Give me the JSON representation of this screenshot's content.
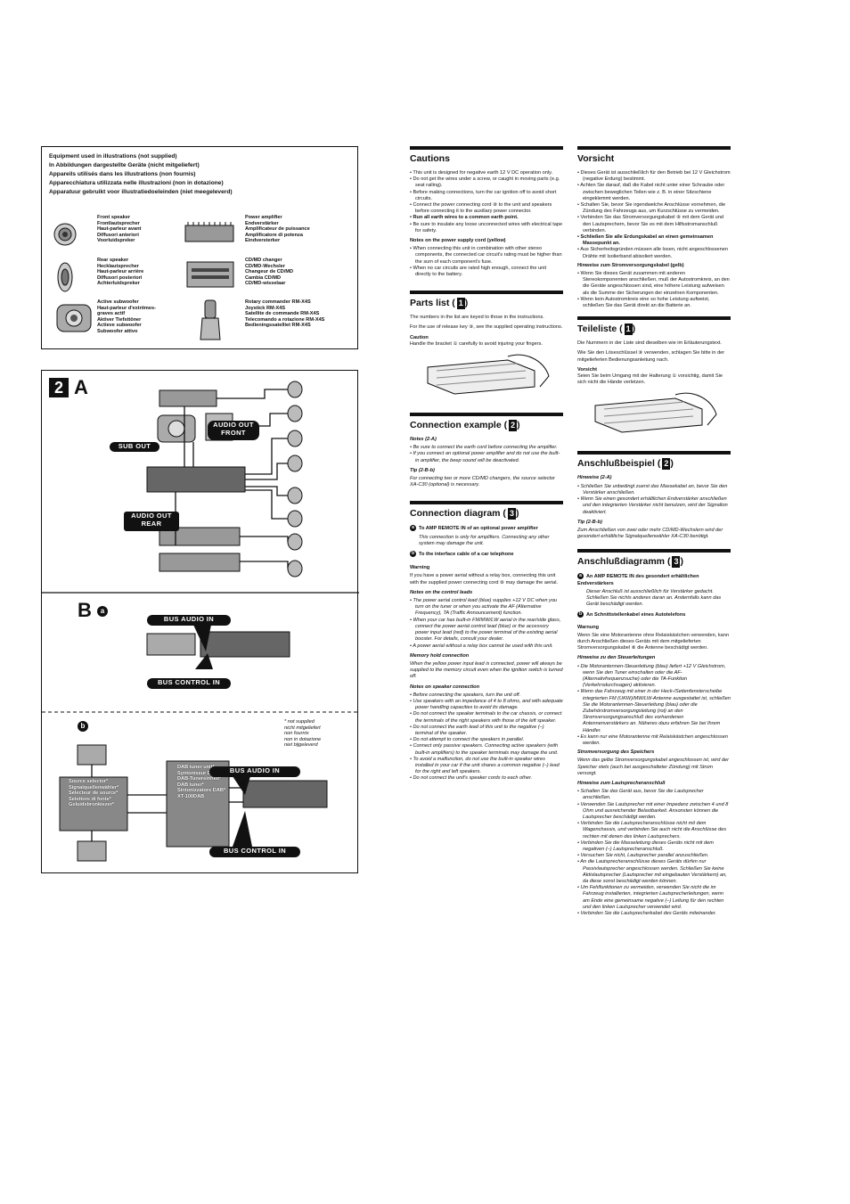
{
  "equipment": {
    "headings": [
      "Equipment used in illustrations (not supplied)",
      "In Abbildungen dargestellte Geräte (nicht mitgeliefert)",
      "Appareils utilisés dans les illustrations (non fournis)",
      "Apparecchiatura utilizzata nelle illustrazioni (non in dotazione)",
      "Apparatuur gebruikt voor illustratiedoeleinden (niet meegeleverd)"
    ],
    "front_speaker": "Front speaker\nFrontlautsprecher\nHaut-parleur avant\nDiffusori anteriori\nVoorluidspreker",
    "power_amp": "Power amplifier\nEndverstärker\nAmplificateur de puissance\nAmplificatore di potenza\nEindversterker",
    "rear_speaker": "Rear speaker\nHecklautsprecher\nHaut-parleur arrière\nDiffusori posteriori\nAchterluidspreker",
    "cd_changer": "CD/MD changer\nCD/MD-Wechsler\nChangeur de CD/MD\nCambia CD/MD\nCD/MD-wisselaar",
    "subwoofer": "Active subwoofer\nHaut-parleur d'extrêmes-\ngraves actif\nAktiver Tiefsttöner\nActieve subwoofer\nSubwoofer attivo",
    "rotary": "Rotary commander RM-X4S\nJoystick RM-X4S\nSatellite de commande RM-X4S\nTelecomando a rotazione RM-X4S\nBedieningssatelliet RM-X4S"
  },
  "figure": {
    "num": "2",
    "a": "A",
    "b": "B",
    "sub_a": "a",
    "sub_b": "b",
    "sub_out": "SUB OUT",
    "audio_out_front": "AUDIO OUT\nFRONT",
    "audio_out_rear": "AUDIO OUT\nREAR",
    "bus_audio_in": "BUS AUDIO IN",
    "bus_control_in": "BUS CONTROL IN",
    "not_supplied": "* not supplied\nnicht mitgeliefert\nnon fournis\nnon in dotazione\nniet bijgeleverd",
    "source_selector": "Source selector*\nSignalquellenwähler*\nSélecteur de source*\nSelettore di fonte*\nGeluidsbronkiezer*",
    "dab_tuner": "DAB tuner unit*\nSyntoniseur DAB*\nDAB-Tunereinheit*\nDAB tuner*\nSintonizzatore DAB*\nXT-100DAB"
  },
  "en": {
    "cautions_title": "Cautions",
    "cautions": [
      "• This unit is designed for negative earth 12 V DC operation only.",
      "• Do not get the wires under a screw, or caught in moving parts (e.g. seat railing).",
      "• Before making connections, turn the car ignition off to avoid short circuits.",
      "• Connect the power connecting cord ⑧ to the unit and speakers before connecting it to the auxiliary power connector.",
      "• Run all earth wires to a common earth point.",
      "• Be sure to insulate any loose unconnected wires with electrical tape for safety."
    ],
    "power_notes_title": "Notes on the power supply cord (yellow)",
    "power_notes": [
      "• When connecting this unit in combination with other stereo components, the connected car circuit's rating must be higher than the sum of each component's fuse.",
      "• When no car circuits are rated high enough, connect the unit directly to the battery."
    ],
    "parts_title": "Parts list",
    "parts_num": "1",
    "parts_1": "The numbers in the list are keyed to those in the instructions.",
    "parts_2": "For the use of release key ⑨, see the supplied operating instructions.",
    "caution_title": "Caution",
    "caution_text": "Handle the bracket ① carefully to avoid injuring your fingers.",
    "example_title": "Connection example",
    "example_num": "2",
    "notes_label": "Notes (2-A)",
    "example_notes": [
      "• Be sure to connect the earth cord before connecting the amplifier.",
      "• If you connect an optional power amplifier and do not use the built-in amplifier, the beep sound will be deactivated."
    ],
    "tip_label": "Tip (2-B-b)",
    "tip_text": "For connecting two or more CD/MD changers, the source selector XA-C30 (optional) is necessary.",
    "diagram_title": "Connection diagram",
    "diagram_num": "3",
    "diag_a_title": "To AMP REMOTE IN of an optional power amplifier",
    "diag_a_text": "This connection is only for amplifiers. Connecting any other system may damage the unit.",
    "diag_b_title": "To the interface cable of a car telephone",
    "warning_title": "Warning",
    "warning_text": "If you have a power aerial without a relay box, connecting this unit with the supplied power connecting cord ⑧ may damage the aerial.",
    "control_title": "Notes on the control leads",
    "control_notes": [
      "• The power aerial control lead (blue) supplies +12 V DC when you turn on the tuner or when you activate the AF (Alternative Frequency), TA (Traffic Announcement) function.",
      "• When your car has built-in FM/MW/LW aerial in the rear/side glass, connect the power aerial control lead (blue) or the accessory power input lead (red) to the power terminal of the existing aerial booster. For details, consult your dealer.",
      "• A power aerial without a relay box cannot be used with this unit."
    ],
    "memory_title": "Memory hold connection",
    "memory_text": "When the yellow power input lead is connected, power will always be supplied to the memory circuit even when the ignition switch is turned off.",
    "speaker_title": "Notes on speaker connection",
    "speaker_notes": [
      "• Before connecting the speakers, turn the unit off.",
      "• Use speakers with an impedance of 4 to 8 ohms, and with adequate power handling capacities to avoid its damage.",
      "• Do not connect the speaker terminals to the car chassis, or connect the terminals of the right speakers with those of the left speaker.",
      "• Do not connect the earth lead of this unit to the negative (–) terminal of the speaker.",
      "• Do not attempt to connect the speakers in parallel.",
      "• Connect only passive speakers. Connecting active speakers (with built-in amplifiers) to the speaker terminals may damage the unit.",
      "• To avoid a malfunction, do not use the built-in speaker wires installed in your car if the unit shares a common negative (–) lead for the right and left speakers.",
      "• Do not connect the unit's speaker cords to each other."
    ]
  },
  "de": {
    "vorsicht_title": "Vorsicht",
    "vorsicht": [
      "• Dieses Gerät ist ausschließlich für den Betrieb bei 12 V Gleichstrom (negative Erdung) bestimmt.",
      "• Achten Sie darauf, daß die Kabel nicht unter einer Schraube oder zwischen beweglichen Teilen wie z. B. in einer Sitzschiene eingeklemmt werden.",
      "• Schalten Sie, bevor Sie irgendwelche Anschlüsse vornehmen, die Zündung des Fahrzeugs aus, um Kurzschlüsse zu vermeiden.",
      "• Verbinden Sie das Stromversorgungskabel ⑧ mit dem Gerät und den Lautsprechern, bevor Sie es mit dem Hilfsstromanschluß verbinden.",
      "• Schließen Sie alle Erdungskabel an einen gemeinsamen Massepunkt an.",
      "• Aus Sicherheitsgründen müssen alle losen, nicht angeschlossenen Drähte mit Isolierband abisoliert werden."
    ],
    "strom_title": "Hinweise zum Stromversorgungskabel (gelb)",
    "strom": [
      "• Wenn Sie dieses Gerät zusammen mit anderen Stereokomponenten anschließen, muß der Autostromkreis, an den die Geräte angeschlossen sind, eine höhere Leistung aufweisen als die Summe der Sicherungen der einzelnen Komponenten.",
      "• Wenn kein Autostromkreis eine so hohe Leistung aufweist, schließen Sie das Gerät direkt an die Batterie an."
    ],
    "teile_title": "Teileliste",
    "teile_num": "1",
    "teile_1": "Die Nummern in der Liste sind dieselben wie im Erläuterungstext.",
    "teile_2": "Wie Sie den Löseschlüssel ⑨ verwenden, schlagen Sie bitte in der mitgelieferten Bedienungsanleitung nach.",
    "vorsicht2_title": "Vorsicht",
    "vorsicht2_text": "Seien Sie beim Umgang mit der Halterung ① vorsichtig, damit Sie sich nicht die Hände verletzen.",
    "beispiel_title": "Anschlußbeispiel",
    "beispiel_num": "2",
    "hinweise_label": "Hinweise (2-A)",
    "beispiel_notes": [
      "• Schließen Sie unbedingt zuerst das Massekabel an, bevor Sie den Verstärker anschließen.",
      "• Wenn Sie einen gesondert erhältlichen Endverstärker anschließen und den integrierten Verstärker nicht benutzen, wird der Signalton deaktiviert."
    ],
    "tip_label": "Tip (2-B-b)",
    "tip_text": "Zum Anschließen von zwei oder mehr CD/MD-Wechslern wird der gesondert erhältliche Signalquellenwähler XA-C30 benötigt.",
    "diagramm_title": "Anschlußdiagramm",
    "diagramm_num": "3",
    "diag_a_title": "An AMP REMOTE IN des gesondert erhältlichen Endverstärkers",
    "diag_a_text": "Dieser Anschluß ist ausschließlich für Verstärker gedacht. Schließen Sie nichts anderes daran an. Andernfalls kann das Gerät beschädigt werden.",
    "diag_b_title": "An Schnittstellenkabel eines Autotelefons",
    "warnung_title": "Warnung",
    "warnung_text": "Wenn Sie eine Motorantenne ohne Relaiskästchen verwenden, kann durch Anschließen dieses Geräts mit dem mitgelieferten Stromversorgungskabel ⑧ die Antenne beschädigt werden.",
    "steuer_title": "Hinweise zu den Steuerleitungen",
    "steuer": [
      "• Die Motorantennen-Steuerleitung (blau) liefert +12 V Gleichstrom, wenn Sie den Tuner einschalten oder die AF- (Alternativfrequenzsuche) oder die TA-Funktion (Verkehrsdurchsagen) aktivieren.",
      "• Wenn das Fahrzeug mit einer in der Heck-/Seitenfensterscheibe integrierten FM (UKW)/MW/LW-Antenne ausgestattet ist, schließen Sie die Motorantennen-Steuerleitung (blau) oder die Zubehörstromversorgungsleitung (rot) an den Stromversorgungsanschluß des vorhandenen Antennenverstärkers an. Näheres dazu erfahren Sie bei Ihrem Händler.",
      "• Es kann nur eine Motorantenne mit Relaiskästchen angeschlossen werden."
    ],
    "speicher_title": "Stromversorgung des Speichers",
    "speicher_text": "Wenn das gelbe Stromversorgungskabel angeschlossen ist, wird der Speicher stets (auch bei ausgeschalteter Zündung) mit Strom versorgt.",
    "laut_title": "Hinweise zum Lautsprecheranschluß",
    "laut": [
      "• Schalten Sie das Gerät aus, bevor Sie die Lautsprecher anschließen.",
      "• Verwenden Sie Lautsprecher mit einer Impedanz zwischen 4 und 8 Ohm und ausreichender Belastbarkeit. Ansonsten können die Lautsprecher beschädigt werden.",
      "• Verbinden Sie die Lautsprecheranschlüsse nicht mit dem Wagenchassis, und verbinden Sie auch nicht die Anschlüsse des rechten mit denen des linken Lautsprechers.",
      "• Verbinden Sie die Masseleitung dieses Geräts nicht mit dem negativen (–) Lautsprecheranschluß.",
      "• Versuchen Sie nicht, Lautsprecher parallel anzuschließen.",
      "• An die Lautsprecheranschlüsse dieses Geräts dürfen nur Passivlautsprecher angeschlossen werden. Schließen Sie keine Aktivlautsprecher (Lautsprecher mit eingebauten Verstärkern) an, da diese sonst beschädigt werden können.",
      "• Um Fehlfunktionen zu vermeiden, verwenden Sie nicht die im Fahrzeug installierten, integrierten Lautsprecherleitungen, wenn am Ende eine gemeinsame negative (–) Leitung für den rechten und den linken Lautsprecher verwendet wird.",
      "• Verbinden Sie die Lautsprecherkabel des Geräts miteinander."
    ]
  }
}
